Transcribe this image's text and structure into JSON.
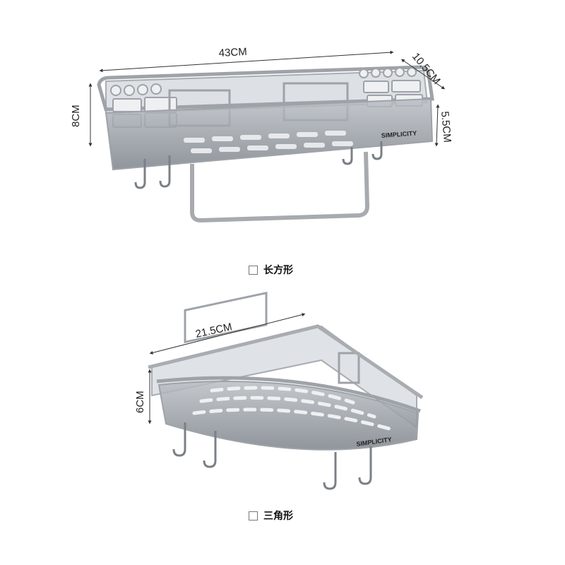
{
  "products": [
    {
      "name": "长方形",
      "dimensions": {
        "width": "43CM",
        "depth": "10.5CM",
        "height": "8CM",
        "inner_height": "5.5CM"
      },
      "brand": "SIMPLICITY"
    },
    {
      "name": "三角形",
      "dimensions": {
        "width": "21.5CM",
        "height": "6CM"
      },
      "brand": "SIMPLICITY"
    }
  ],
  "colors": {
    "frame": "#a9adb2",
    "tray": "#c7ccd2",
    "tray_dark": "#8d9399",
    "hook": "#7b8087",
    "dim_line": "#333333"
  }
}
